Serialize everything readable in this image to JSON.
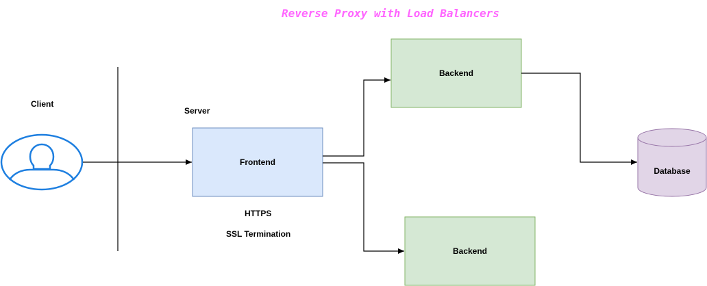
{
  "title": "Reverse Proxy with Load Balancers",
  "labels": {
    "client": "Client",
    "server": "Server",
    "https": "HTTPS",
    "ssl": "SSL Termination"
  },
  "nodes": {
    "frontend": "Frontend",
    "backend_top": "Backend",
    "backend_bottom": "Backend",
    "database": "Database"
  },
  "colors": {
    "title": "#FF66FF",
    "client_icon": "#1E7FE0",
    "frontend_fill": "#DAE8FC",
    "frontend_stroke": "#6C8EBF",
    "backend_fill": "#D5E8D4",
    "backend_stroke": "#82B366",
    "database_fill": "#E1D5E7",
    "database_stroke": "#9673A6",
    "line": "#000000"
  },
  "icons": {
    "client": "user-icon"
  }
}
